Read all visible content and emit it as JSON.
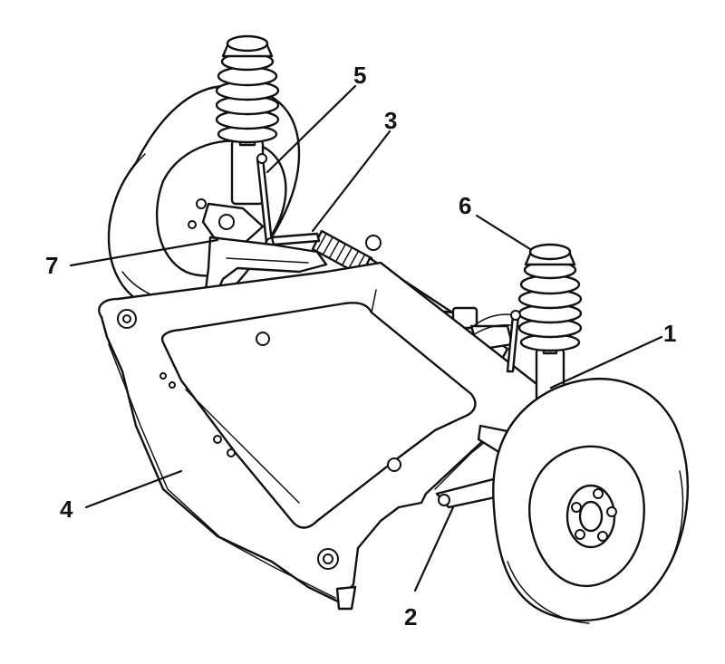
{
  "diagram": {
    "callouts": [
      {
        "id": "1",
        "label": "1"
      },
      {
        "id": "2",
        "label": "2"
      },
      {
        "id": "3",
        "label": "3"
      },
      {
        "id": "4",
        "label": "4"
      },
      {
        "id": "5",
        "label": "5"
      },
      {
        "id": "6",
        "label": "6"
      },
      {
        "id": "7",
        "label": "7"
      }
    ]
  },
  "colors": {
    "ink": "#111111",
    "paper": "#ffffff"
  }
}
